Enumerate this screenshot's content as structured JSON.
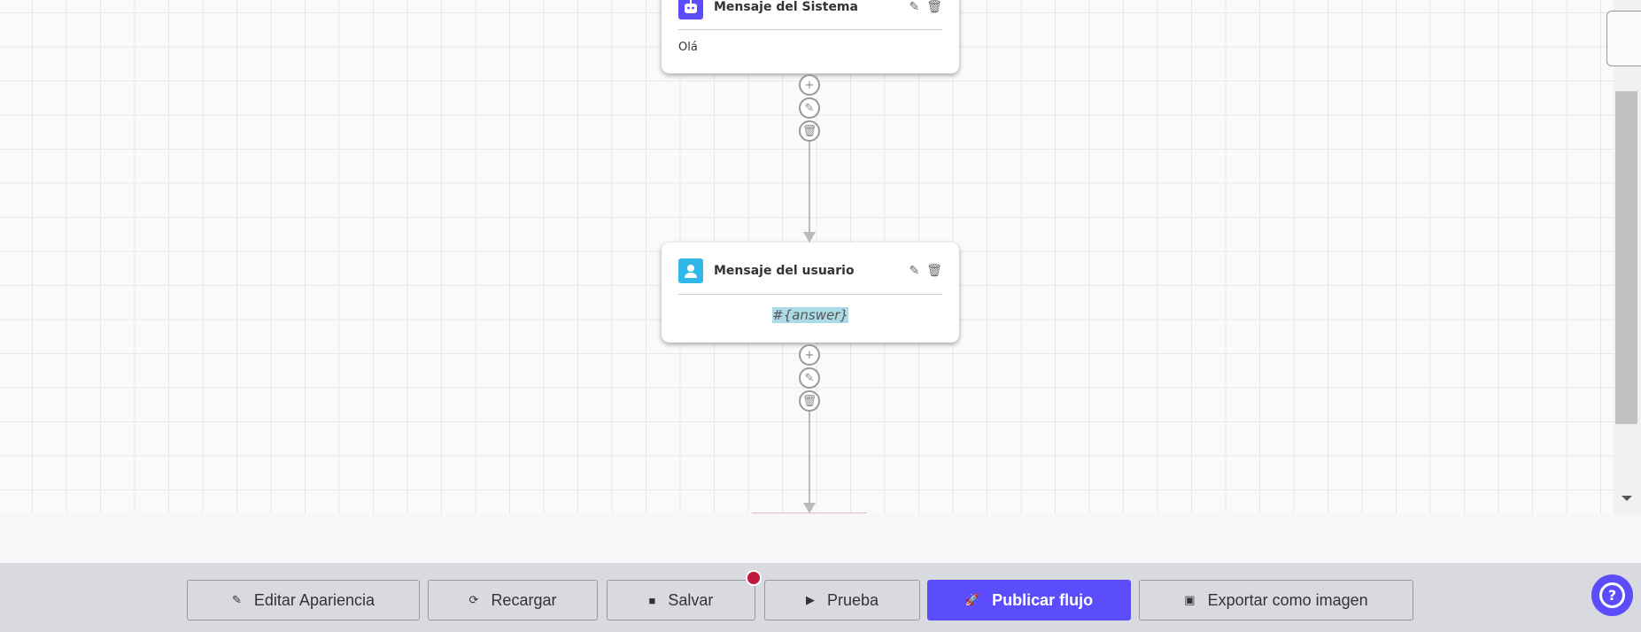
{
  "nodes": [
    {
      "title": "Mensaje del Sistema",
      "body": "Olá",
      "icon": "robot-icon",
      "color": "#5b4dfc"
    },
    {
      "title": "Mensaje del usuario",
      "body": "#{answer}",
      "icon": "user-icon",
      "color": "#2fb8e8"
    }
  ],
  "toolbar": {
    "edit_appearance": "Editar Apariencia",
    "reload": "Recargar",
    "save": "Salvar",
    "test": "Prueba",
    "publish": "Publicar flujo",
    "export": "Exportar como imagen"
  },
  "colors": {
    "accent": "#5b4dfc",
    "unsaved_dot": "#c0183a"
  }
}
